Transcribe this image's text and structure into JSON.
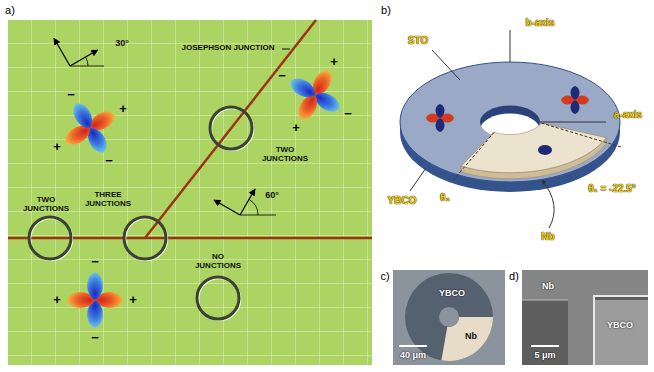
{
  "diagram": {
    "labels": [
      "a)",
      "b)",
      "JOSEPHSON JUNCTION",
      "30°",
      "+",
      "−",
      "+",
      "−",
      "+",
      "−",
      "+",
      "−",
      "TWO JUNCTIONS",
      "60°",
      "TWO JUNCTIONS",
      "THREE JUNCTIONS",
      "NO JUNCTIONS",
      "−",
      "+",
      "+",
      "−",
      "b-axis",
      "STO",
      "a-axis",
      "YBCO",
      "θ₂",
      "θ₁ = -22.5°",
      "Nb",
      "c)",
      "YBCO",
      "Nb",
      "40 μm",
      "d)",
      "Nb",
      "YBCO",
      "5 μm"
    ]
  }
}
